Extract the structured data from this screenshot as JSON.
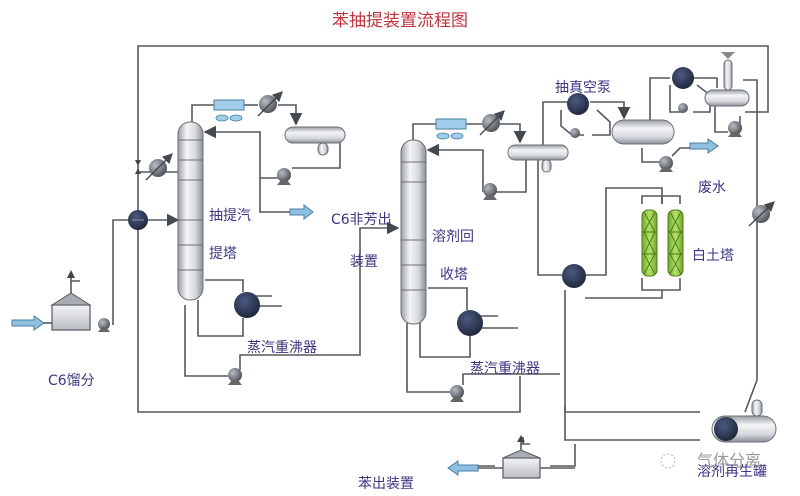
{
  "title": "苯抽提装置流程图",
  "labels": {
    "c6_fraction": "C6馏分",
    "extractive_line1": "抽提汽",
    "extractive_line2": "提塔",
    "c6_nonaromatic_line1": "C6非芳出",
    "c6_nonaromatic_line2": "装置",
    "solvent_recovery_line1": "溶剂回",
    "solvent_recovery_line2": "收塔",
    "reboiler_1": "蒸汽重沸器",
    "reboiler_2": "蒸汽重沸器",
    "vacuum_pump": "抽真空泵",
    "waste_water": "废水",
    "clay_tower": "白土塔",
    "solvent_regen": "溶剂再生罐",
    "benzene_out": "苯出装置"
  },
  "watermark": "气体分离",
  "colors": {
    "title": "#c0333c",
    "label": "#3a3680",
    "pipe": "#555a5f",
    "arrow_fill": "#8fc0e0",
    "exchanger_dark": "#2c3550",
    "clay_green": "#8cc63f"
  }
}
